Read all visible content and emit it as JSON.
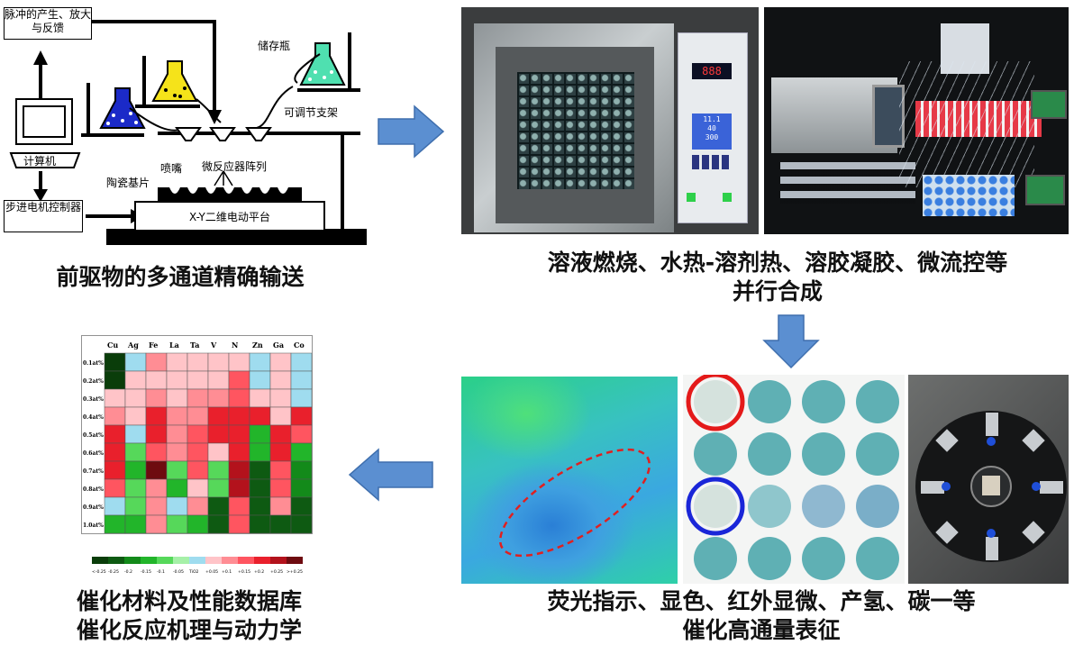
{
  "schematic": {
    "pulse_label": "脉冲的产生、放大与反馈",
    "computer_label": "计算机",
    "stepper_label": "步进电机控制器",
    "storage_label": "储存瓶",
    "stand_label": "可调节支架",
    "nozzle_label": "喷嘴",
    "reactor_label": "微反应器阵列",
    "substrate_label": "陶瓷基片",
    "platform_label": "X-Y二维电动平台"
  },
  "captions": {
    "top_left": "前驱物的多通道精确输送",
    "top_right_line1": "溶液燃烧、水热-溶剂热、溶胶凝胶、微流控等",
    "top_right_line2": "并行合成",
    "bottom_right_line1": "荧光指示、显色、红外显微、产氢、碳一等",
    "bottom_right_line2": "催化高通量表征",
    "bottom_left_line1": "催化材料及性能数据库",
    "bottom_left_line2": "催化反应机理与动力学"
  },
  "controller": {
    "display_top": "888",
    "display_mid": "11.1\n40\n300"
  },
  "heatmap": {
    "columns": [
      "Cu",
      "Ag",
      "Fe",
      "La",
      "Ta",
      "V",
      "N",
      "Zn",
      "Ga",
      "Co"
    ],
    "rows": [
      "0.1at%",
      "0.2at%",
      "0.3at%",
      "0.4at%",
      "0.5at%",
      "0.6at%",
      "0.7at%",
      "0.8at%",
      "0.9at%",
      "1.0at%"
    ],
    "legend_labels": [
      "<-0.25",
      "-0.25",
      "-0.2",
      "-0.15",
      "-0.1",
      "-0.05",
      "TiO2",
      "+0.05",
      "+0.1",
      "+0.15",
      "+0.2",
      "+0.25",
      ">+0.25"
    ],
    "legend_colors": [
      "#0a3d0a",
      "#0e5a12",
      "#138a1a",
      "#22b52a",
      "#56d85a",
      "#a6f0a8",
      "#9fdcef",
      "#ffc4c8",
      "#ff8d94",
      "#ff5560",
      "#e9202c",
      "#b3121c",
      "#6e0b10"
    ],
    "cells": [
      [
        0,
        6,
        8,
        7,
        7,
        7,
        7,
        6,
        7,
        6
      ],
      [
        0,
        7,
        7,
        7,
        7,
        7,
        9,
        6,
        7,
        6
      ],
      [
        7,
        7,
        8,
        7,
        8,
        8,
        9,
        7,
        7,
        6
      ],
      [
        8,
        7,
        10,
        8,
        8,
        10,
        10,
        10,
        7,
        10
      ],
      [
        10,
        6,
        10,
        8,
        9,
        10,
        10,
        3,
        10,
        9
      ],
      [
        10,
        4,
        9,
        8,
        9,
        7,
        10,
        3,
        10,
        3
      ],
      [
        10,
        3,
        12,
        4,
        9,
        4,
        11,
        1,
        9,
        2
      ],
      [
        9,
        4,
        8,
        3,
        7,
        4,
        11,
        1,
        9,
        2
      ],
      [
        6,
        4,
        8,
        6,
        8,
        1,
        9,
        1,
        8,
        1
      ],
      [
        3,
        3,
        8,
        4,
        3,
        1,
        9,
        1,
        1,
        1
      ]
    ]
  }
}
